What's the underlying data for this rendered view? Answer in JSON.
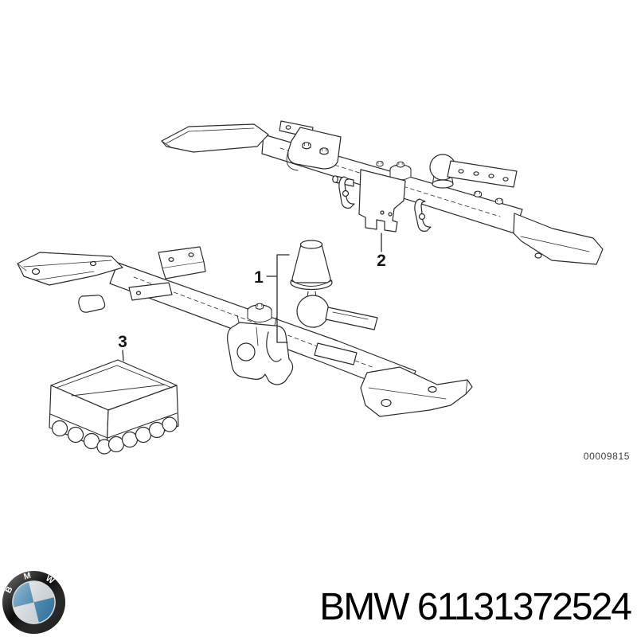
{
  "page": {
    "background": "#ffffff"
  },
  "diagram": {
    "drawing_number": "00009815",
    "line_color": "#2b2b2b",
    "callouts": [
      {
        "label": "1"
      },
      {
        "label": "2"
      },
      {
        "label": "3"
      }
    ]
  },
  "footer": {
    "part_text": "BMW 61131372524",
    "text_color": "#000000",
    "logo": {
      "letters": [
        "B",
        "M",
        "W"
      ],
      "letter_color": "#ffffff",
      "ring_color": "#0b0b0b",
      "silver_color": "#d8dadc",
      "blue": "#2e7fb4",
      "white": "#f4f6f7"
    }
  }
}
